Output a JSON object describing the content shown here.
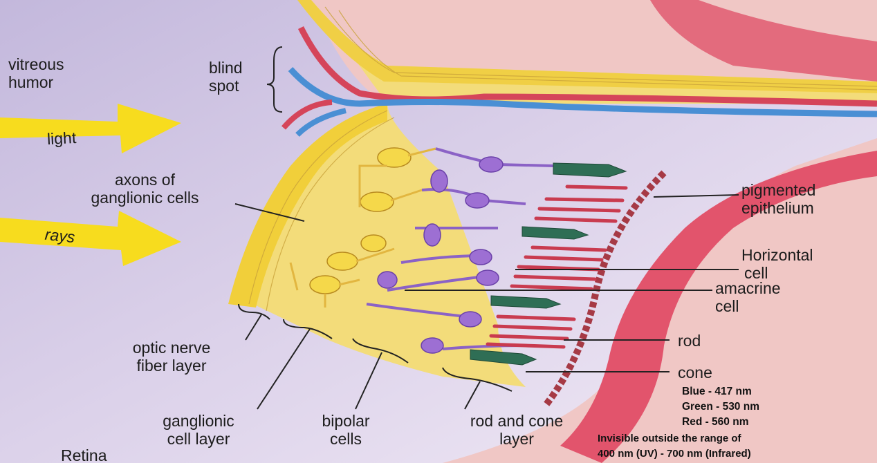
{
  "labels": {
    "vitreous_humor": [
      "vitreous",
      "humor"
    ],
    "blind_spot": [
      "blind",
      "spot"
    ],
    "light": "light",
    "rays": "rays",
    "axons": [
      "axons of",
      "ganglionic cells"
    ],
    "pigmented_epithelium": [
      "pigmented",
      "epithelium"
    ],
    "horizontal_cell": [
      "Horizontal",
      "cell"
    ],
    "amacrine_cell": [
      "amacrine",
      "cell"
    ],
    "rod": "rod",
    "cone": "cone",
    "optic_nerve_fiber_layer": [
      "optic nerve",
      "fiber layer"
    ],
    "ganglionic_cell_layer": [
      "ganglionic",
      "cell layer"
    ],
    "bipolar_cells": [
      "bipolar",
      "cells"
    ],
    "rod_and_cone_layer": [
      "rod and cone",
      "layer"
    ],
    "retina": "Retina"
  },
  "wavelengths": [
    "Blue - 417 nm",
    "Green - 530 nm",
    "Red - 560 nm"
  ],
  "visible_range_note": [
    "Invisible outside the range of",
    "400 nm (UV) - 700 nm (Infrared)"
  ]
}
